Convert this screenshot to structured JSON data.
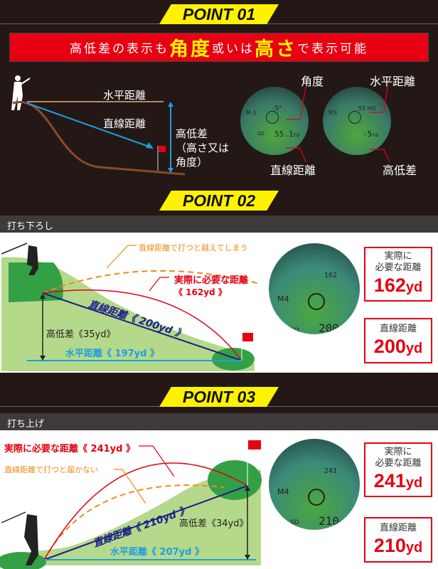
{
  "points": [
    {
      "label": "POINT 01"
    },
    {
      "label": "POINT 02"
    },
    {
      "label": "POINT 03"
    }
  ],
  "headline": {
    "pre": "高低差の表示も",
    "hl1": "角度",
    "mid": "或いは",
    "hl2": "高さ",
    "post": "で表示可能"
  },
  "point1": {
    "horizontal": "水平距離",
    "straight": "直線距離",
    "height_diff": "高低差",
    "height_note1": "（高さ又は",
    "height_note2": "角度）",
    "scope1": {
      "top_label": "角度",
      "bottom_label": "直線距離",
      "mode": "M-1",
      "angle": "-5°",
      "dist": "55.1",
      "unit": "Yd",
      "sd": "SD"
    },
    "scope2": {
      "top_label": "水平距離",
      "bottom_label": "高低差",
      "mode": "M3",
      "horiz": "55 HD",
      "diff": "-5",
      "unit": "Yd"
    }
  },
  "point2": {
    "header": "打ち下ろし",
    "overshoot": "直線距離で打つと越えてしまう",
    "actual": "実際に必要な距離",
    "actual_val": "《 162yd 》",
    "straight": "直線距離《 200yd 》",
    "height": "高低差《35yd》",
    "horizontal": "水平距離《 197yd 》",
    "scope": {
      "mode": "M4",
      "top": "162",
      "bottom": "200",
      "unit": "Yd",
      "sd": "SD"
    },
    "box1": {
      "l1": "実際に",
      "l2": "必要な距離",
      "num": "162",
      "unit": "yd"
    },
    "box2": {
      "l1": "直線距離",
      "num": "200",
      "unit": "yd"
    }
  },
  "point3": {
    "header": "打ち上げ",
    "actual": "実際に必要な距離《 241yd 》",
    "short": "直線距離で打つと届かない",
    "straight": "直線距離《 210yd 》",
    "height": "高低差《34yd》",
    "horizontal": "水平距離《 207yd 》",
    "scope": {
      "mode": "M4",
      "top": "241",
      "bottom": "210",
      "unit": "Yd",
      "sd": "SD"
    },
    "box1": {
      "l1": "実際に",
      "l2": "必要な距離",
      "num": "241",
      "unit": "yd"
    },
    "box2": {
      "l1": "直線距離",
      "num": "210",
      "unit": "yd"
    }
  },
  "colors": {
    "bg": "#231815",
    "yellow": "#fff200",
    "red": "#e60012",
    "blue": "#1e9ee0",
    "navy": "#1d2088",
    "orange": "#f08a1c"
  }
}
